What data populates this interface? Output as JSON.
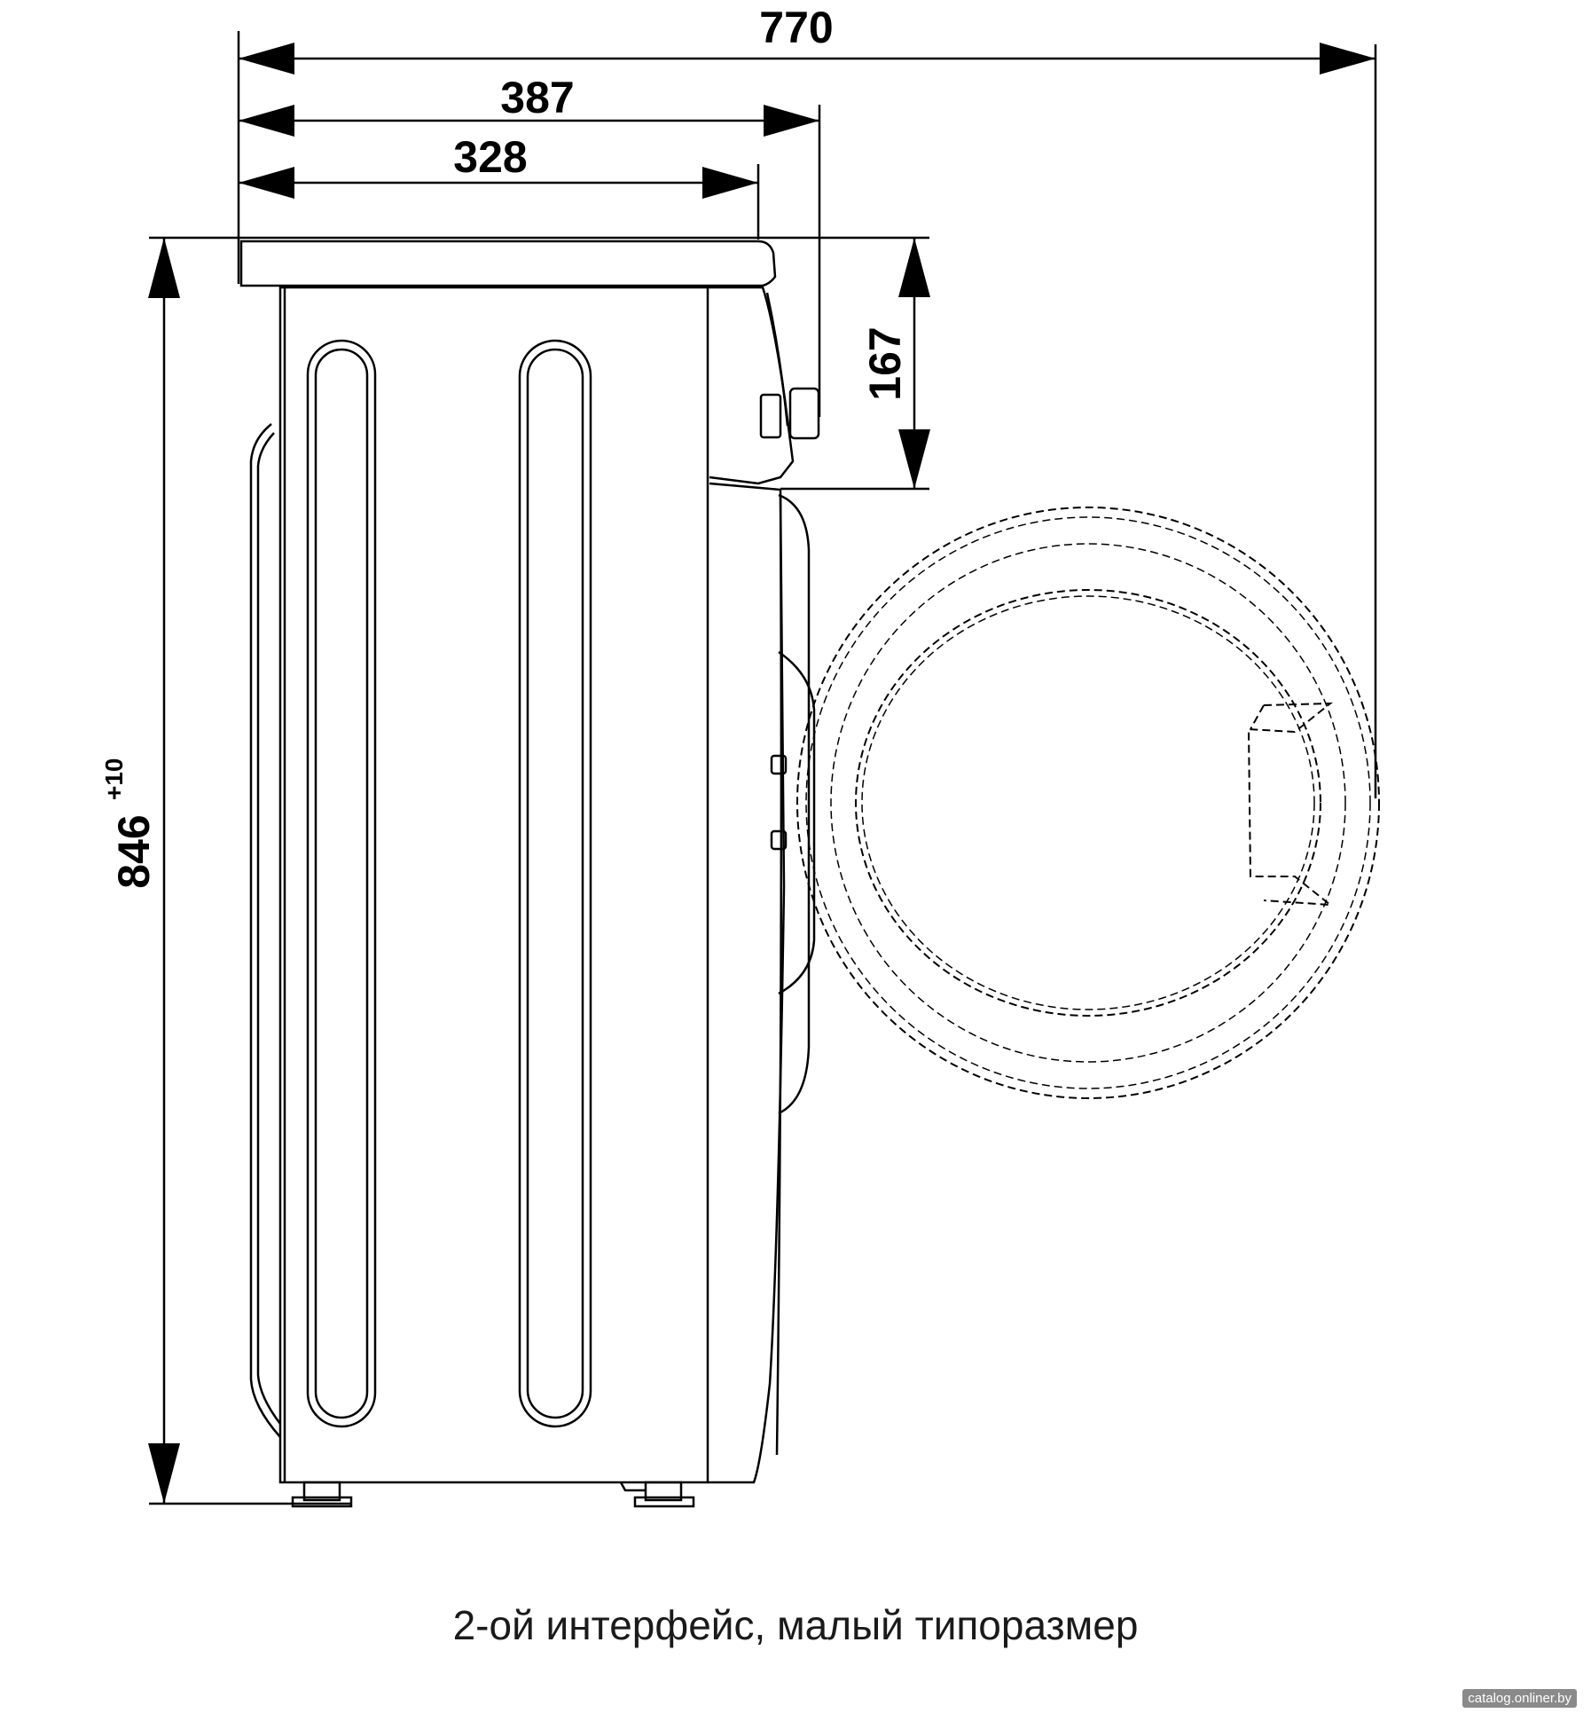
{
  "dimensions": {
    "overall_depth": "770",
    "depth_to_panel": "387",
    "depth_to_top_edge": "328",
    "panel_height": "167",
    "height": "846",
    "height_tolerance": "+10"
  },
  "caption": "2-ой интерфейс, малый типоразмер",
  "watermark": "catalog.onliner.by"
}
